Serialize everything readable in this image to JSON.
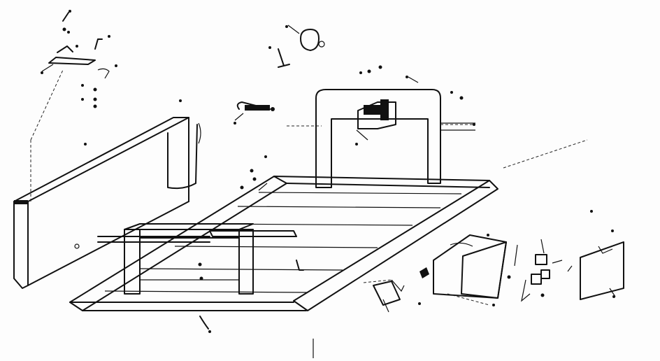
{
  "diagram": {
    "type": "exploded-parts-diagram",
    "background": "#ffffff",
    "ink": "#111111",
    "parts": [
      "side-rail-left",
      "frame-front",
      "frame-rear",
      "deck",
      "belt-rollers",
      "motor-hood",
      "control-bracket",
      "hardware-bag-small",
      "hardware-bag-large",
      "end-caps",
      "fastener-clips",
      "knob"
    ]
  }
}
